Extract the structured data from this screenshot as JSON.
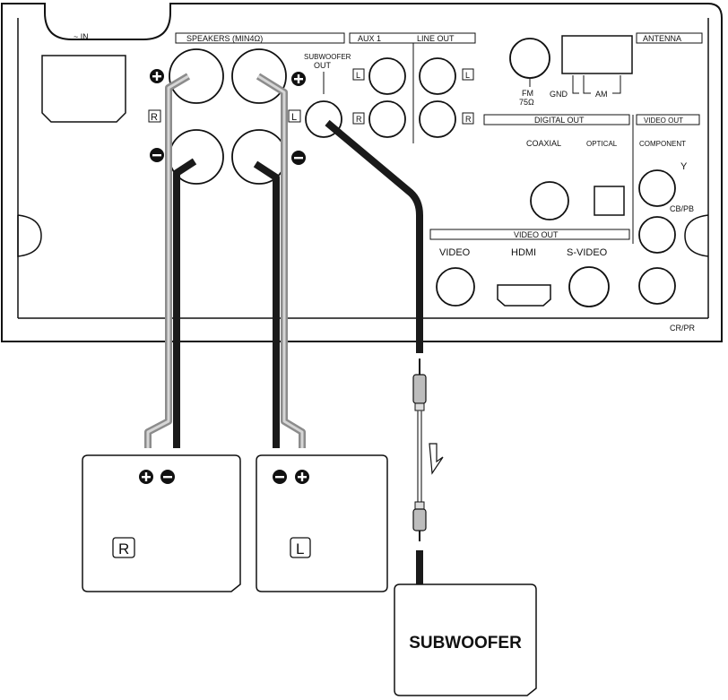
{
  "panel": {
    "ac_in": "~ IN",
    "speakers_label": "SPEAKERS (MIN4Ω)",
    "subwoofer_out_line1": "SUBWOOFER",
    "subwoofer_out_line2": "OUT",
    "aux_label": "AUX 1",
    "line_out_label": "LINE OUT",
    "fm_line1": "FM",
    "fm_line2": "75Ω",
    "gnd": "GND",
    "am": "AM",
    "antenna": "ANTENNA",
    "digital_out": "DIGITAL OUT",
    "coaxial": "COAXIAL",
    "optical": "OPTICAL",
    "video_out_component": "VIDEO OUT",
    "component": "COMPONENT",
    "y": "Y",
    "cb_pb": "CB/PB",
    "cr_pr": "CR/PR",
    "video_out_bar": "VIDEO OUT",
    "video": "VIDEO",
    "hdmi": "HDMI",
    "s_video": "S-VIDEO",
    "ch_r": "R",
    "ch_l": "L"
  },
  "speakers": {
    "right_label": "R",
    "left_label": "L"
  },
  "subwoofer_label": "SUBWOOFER",
  "colors": {
    "positive_wire": "#8c8c8c",
    "negative_wire": "#1a1a1a",
    "outline": "#111111"
  }
}
